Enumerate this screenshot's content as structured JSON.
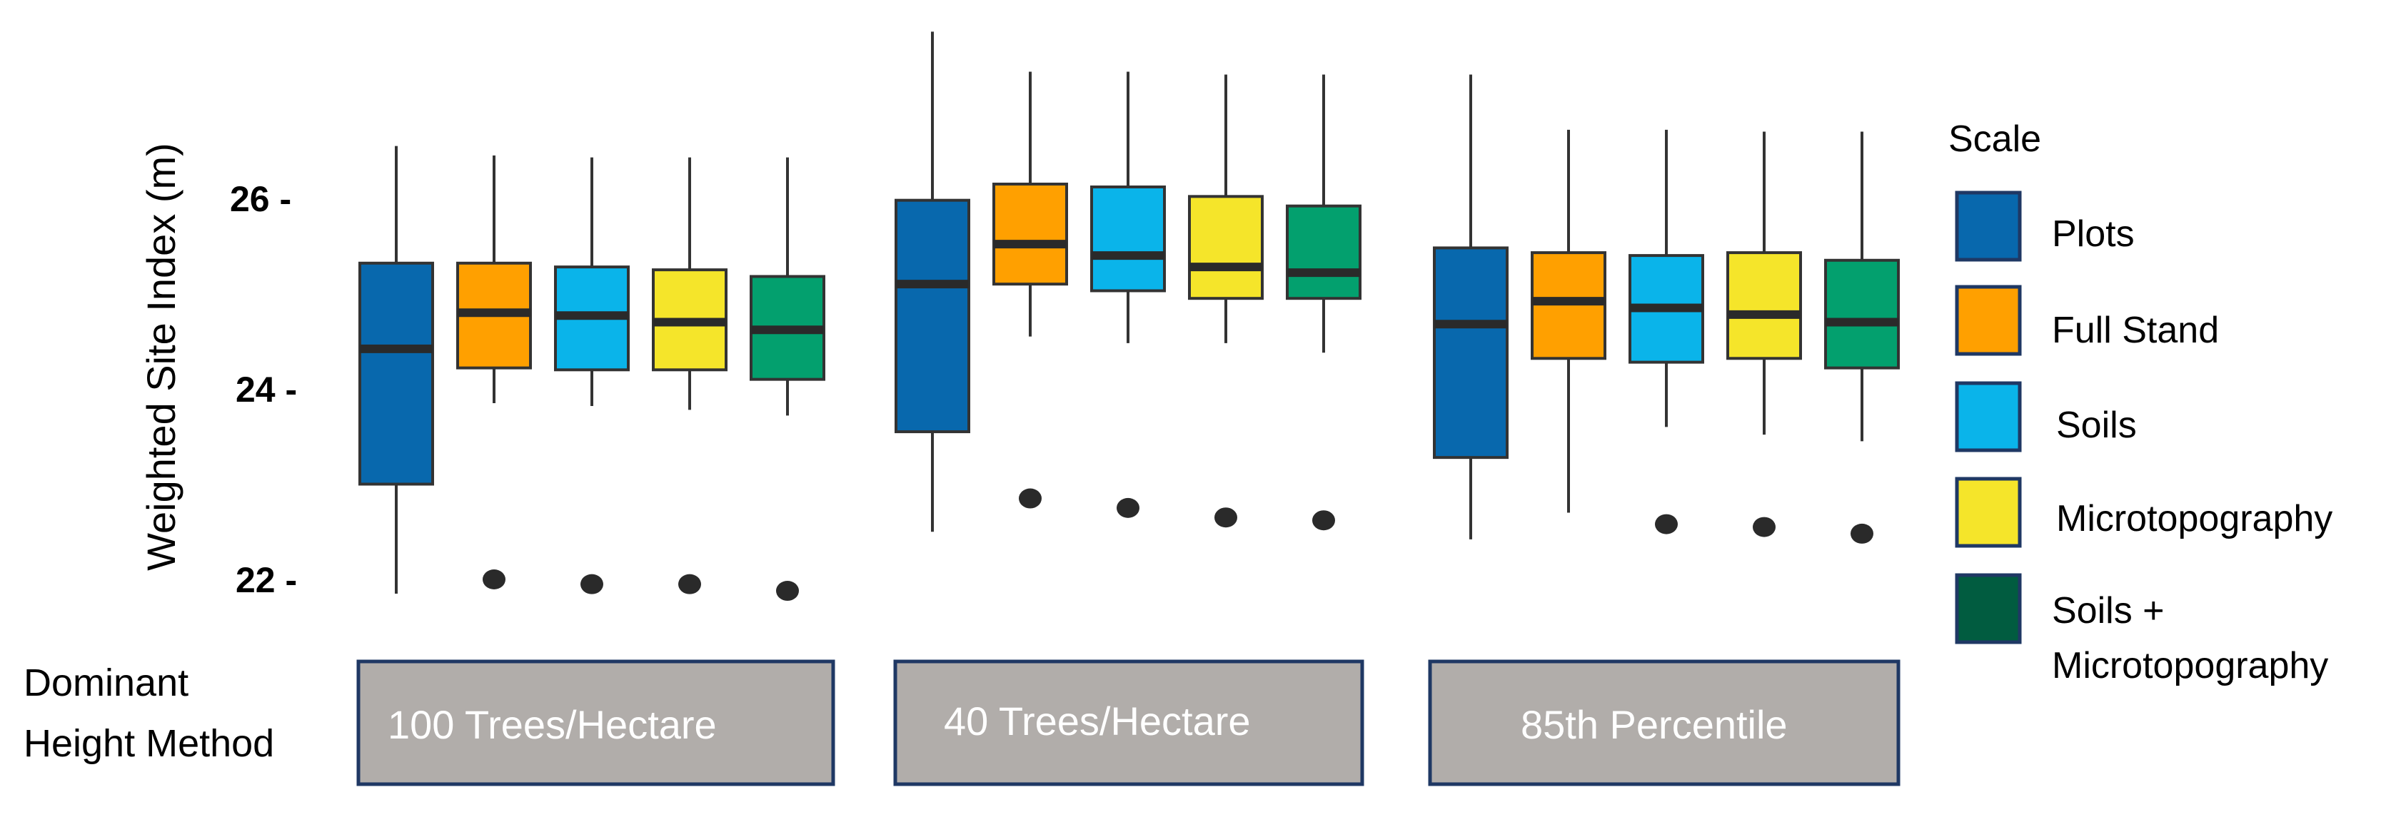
{
  "chart_data": {
    "type": "box",
    "ylabel": "Weighted Site Index (m)",
    "yticks": [
      {
        "value": 22,
        "label": "22 -"
      },
      {
        "value": 24,
        "label": "24 -"
      },
      {
        "value": 26,
        "label": "26 -"
      }
    ],
    "grid": false,
    "legend": {
      "title": "Scale",
      "position": "right",
      "entries": [
        {
          "lines": [
            "Plots"
          ],
          "color": "#0868AD"
        },
        {
          "lines": [
            "Full Stand"
          ],
          "color": "#FFA000"
        },
        {
          "lines": [
            "Soils"
          ],
          "color": "#0AB4EA"
        },
        {
          "lines": [
            "Microtopography"
          ],
          "color": "#F5E52A"
        },
        {
          "lines": [
            "Soils +",
            "Microtopography"
          ],
          "color": "#015C40"
        }
      ]
    },
    "group_row_label": [
      "Dominant",
      "Height Method"
    ],
    "series_colors": [
      "#0868AD",
      "#FFA000",
      "#0AB4EA",
      "#F5E52A",
      "#03A06E"
    ],
    "groups": [
      {
        "name": "100 Trees/Hectare",
        "boxes": [
          {
            "whisker_low": 21.85,
            "q1": 23.0,
            "median": 24.42,
            "q3": 25.32,
            "whisker_high": 26.55,
            "outliers": []
          },
          {
            "whisker_low": 23.85,
            "q1": 24.22,
            "median": 24.8,
            "q3": 25.32,
            "whisker_high": 26.45,
            "outliers": [
              22.0
            ]
          },
          {
            "whisker_low": 23.82,
            "q1": 24.2,
            "median": 24.77,
            "q3": 25.28,
            "whisker_high": 26.43,
            "outliers": [
              21.95
            ]
          },
          {
            "whisker_low": 23.78,
            "q1": 24.2,
            "median": 24.7,
            "q3": 25.25,
            "whisker_high": 26.43,
            "outliers": [
              21.95
            ]
          },
          {
            "whisker_low": 23.72,
            "q1": 24.1,
            "median": 24.62,
            "q3": 25.18,
            "whisker_high": 26.43,
            "outliers": [
              21.88
            ]
          }
        ]
      },
      {
        "name": "40 Trees/Hectare",
        "boxes": [
          {
            "whisker_low": 22.5,
            "q1": 23.55,
            "median": 25.1,
            "q3": 25.98,
            "whisker_high": 27.75,
            "outliers": []
          },
          {
            "whisker_low": 24.55,
            "q1": 25.1,
            "median": 25.52,
            "q3": 26.15,
            "whisker_high": 27.33,
            "outliers": [
              22.85
            ]
          },
          {
            "whisker_low": 24.48,
            "q1": 25.03,
            "median": 25.4,
            "q3": 26.12,
            "whisker_high": 27.33,
            "outliers": [
              22.75
            ]
          },
          {
            "whisker_low": 24.48,
            "q1": 24.95,
            "median": 25.28,
            "q3": 26.02,
            "whisker_high": 27.3,
            "outliers": [
              22.65
            ]
          },
          {
            "whisker_low": 24.38,
            "q1": 24.95,
            "median": 25.22,
            "q3": 25.92,
            "whisker_high": 27.3,
            "outliers": [
              22.62
            ]
          }
        ]
      },
      {
        "name": "85th Percentile",
        "boxes": [
          {
            "whisker_low": 22.42,
            "q1": 23.28,
            "median": 24.68,
            "q3": 25.48,
            "whisker_high": 27.3,
            "outliers": []
          },
          {
            "whisker_low": 22.7,
            "q1": 24.32,
            "median": 24.92,
            "q3": 25.43,
            "whisker_high": 26.72,
            "outliers": []
          },
          {
            "whisker_low": 23.6,
            "q1": 24.28,
            "median": 24.85,
            "q3": 25.4,
            "whisker_high": 26.72,
            "outliers": [
              22.58
            ]
          },
          {
            "whisker_low": 23.52,
            "q1": 24.32,
            "median": 24.78,
            "q3": 25.43,
            "whisker_high": 26.7,
            "outliers": [
              22.55
            ]
          },
          {
            "whisker_low": 23.45,
            "q1": 24.22,
            "median": 24.7,
            "q3": 25.35,
            "whisker_high": 26.7,
            "outliers": [
              22.48
            ]
          }
        ]
      }
    ]
  }
}
